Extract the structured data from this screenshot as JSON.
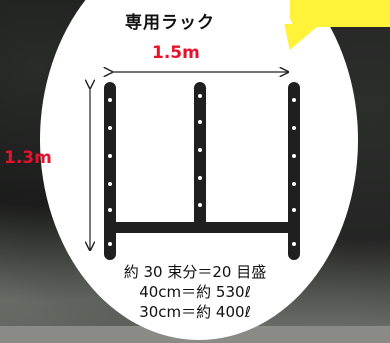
{
  "header": {
    "title": "専用ラック"
  },
  "dimensions": {
    "width": "1.5m",
    "height": "1.3m"
  },
  "specs": {
    "line1": "約 30 束分＝20 目盛",
    "line2": "40cm＝約 530ℓ",
    "line3": "30cm＝約 400ℓ"
  },
  "colors": {
    "accent": "#e8112d",
    "bubble": "#fff33a",
    "rack": "#1f1f1f"
  }
}
